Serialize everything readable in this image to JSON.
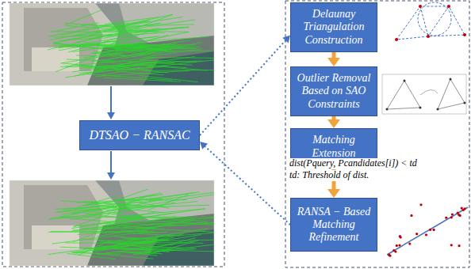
{
  "diagram": {
    "nodes": [
      {
        "text": [
          "DTSAO − RANSAC"
        ]
      },
      {
        "text": [
          "Delaunay Triangulation Construction"
        ]
      },
      {
        "text": [
          "Outlier Removal Based on SAO Constraints"
        ]
      },
      {
        "text": [
          "Matching Extension"
        ]
      },
      {
        "text": [
          "RANSA − Based Matching Refinement"
        ]
      }
    ],
    "edges": [
      {
        "from": 1,
        "to": 2,
        "arrow": "to"
      },
      {
        "from": 2,
        "to": 3,
        "arrow": "to"
      },
      {
        "from": 3,
        "to": 4,
        "arrow": "to"
      },
      {
        "from": 0,
        "to": 1,
        "arrow": "to"
      },
      {
        "from": 4,
        "to": 0,
        "arrow": "to"
      }
    ],
    "labels": [
      "dist(Pquery, Pcandidates[i]) < td",
      "td: Threshold of dist."
    ]
  }
}
